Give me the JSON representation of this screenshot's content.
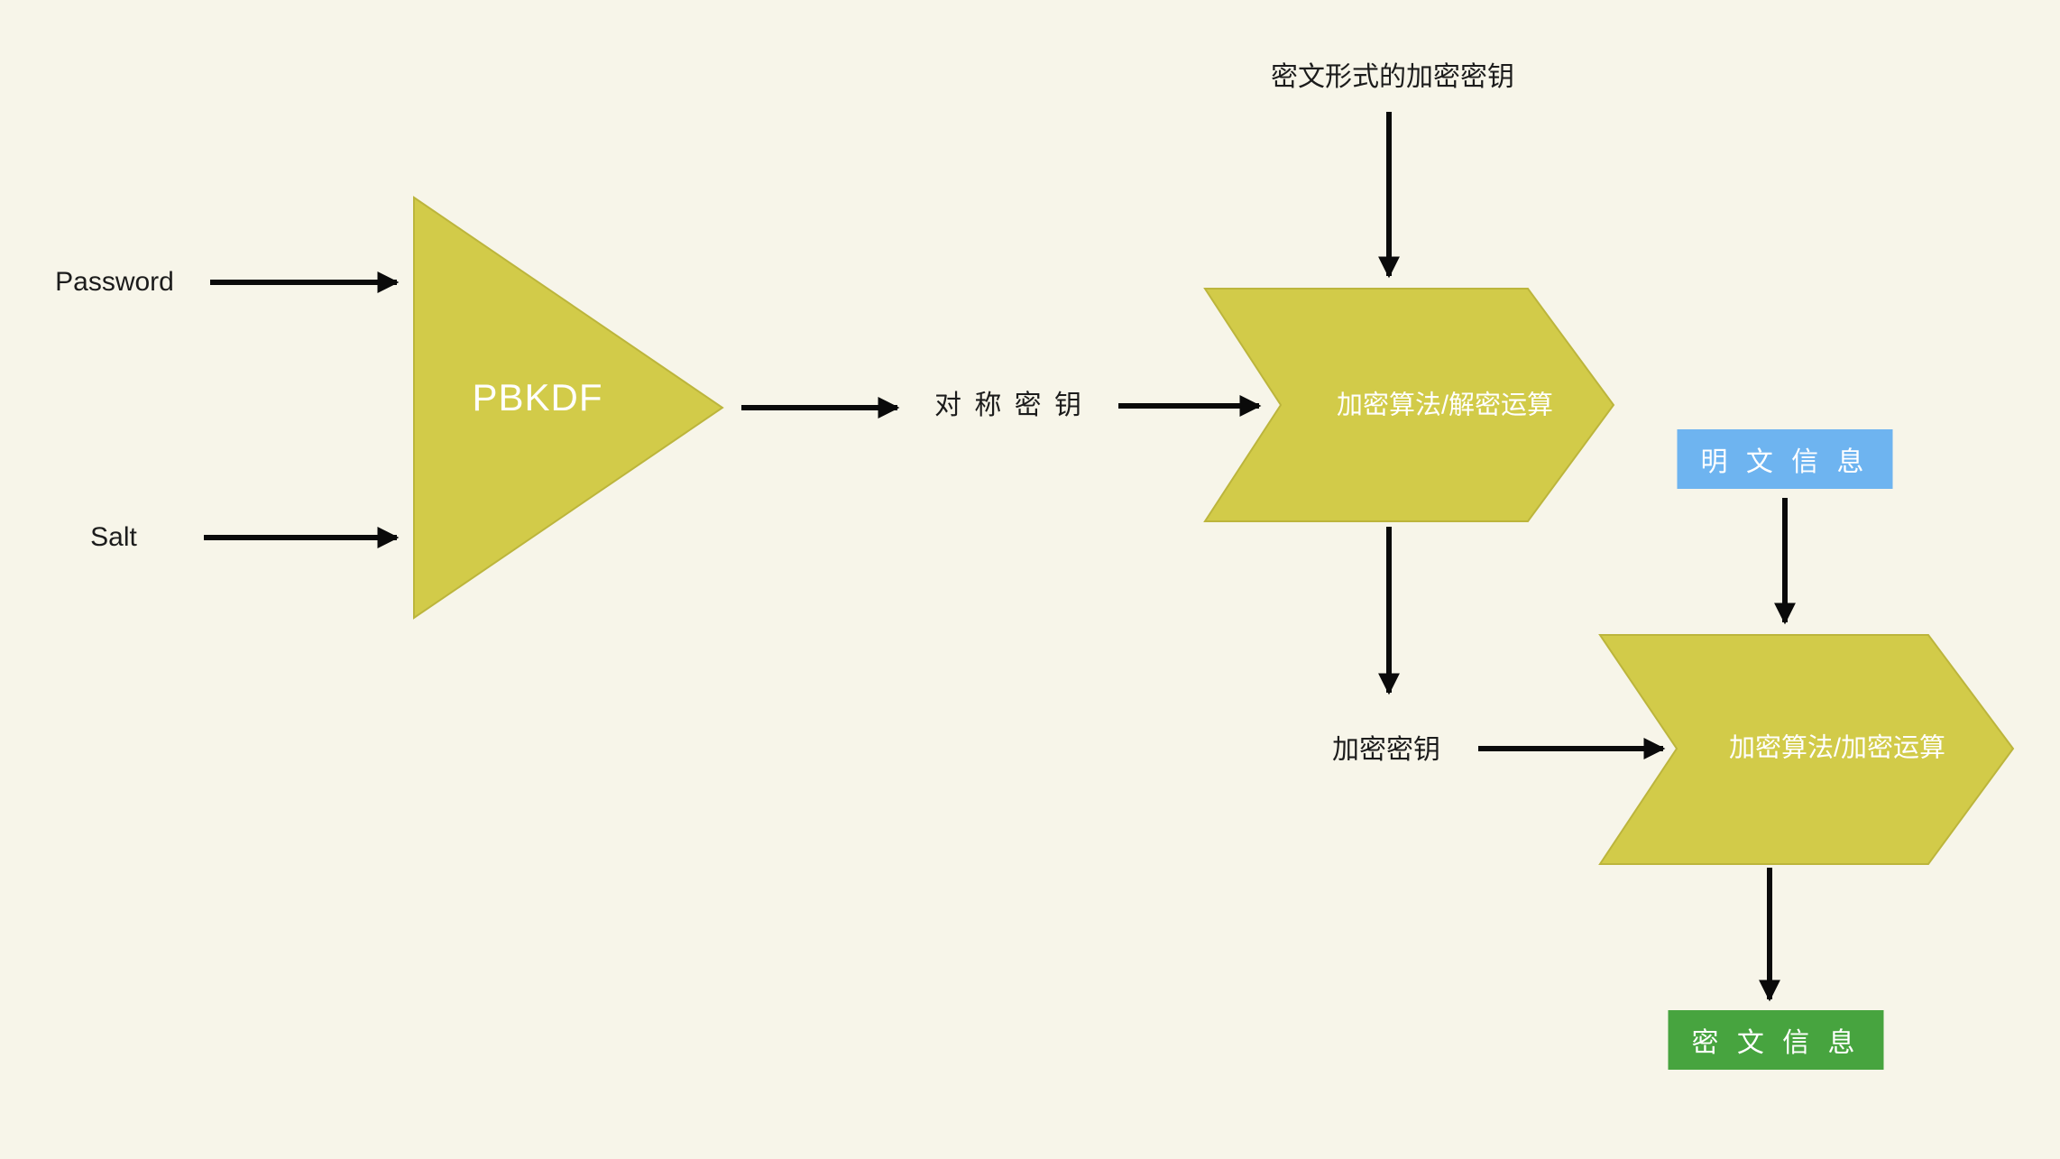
{
  "colors": {
    "background": "#f7f5e9",
    "shape_yellow": "#d2cb49",
    "shape_yellow_border": "#bcb53c",
    "plaintext_blue": "#6eb4f0",
    "ciphertext_green": "#47a43f",
    "arrow": "#0a0a0a",
    "text_dark": "#1c1c1c",
    "text_white": "#ffffff"
  },
  "labels": {
    "password": "Password",
    "salt": "Salt",
    "pbkdf": "PBKDF",
    "symmetric_key": "对 称 密 钥",
    "top_encrypted_key": "密文形式的加密密钥",
    "decrypt_operation": "加密算法/解密运算",
    "encrypt_key": "加密密钥",
    "encrypt_operation": "加密算法/加密运算",
    "plaintext": "明 文 信 息",
    "ciphertext": "密 文 信 息"
  }
}
